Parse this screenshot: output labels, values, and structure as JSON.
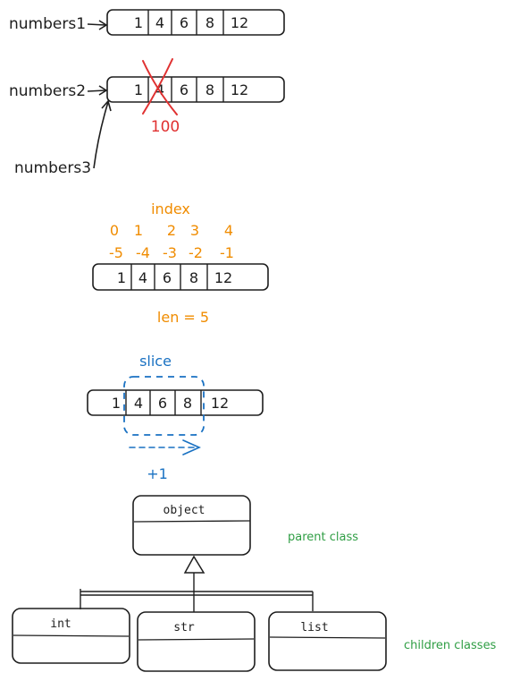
{
  "colors": {
    "ink": "#1e1e1e",
    "red": "#e03131",
    "orange": "#f08c00",
    "blue": "#1971c2",
    "green": "#2f9e44"
  },
  "array_values": [
    "1",
    "4",
    "6",
    "8",
    "12"
  ],
  "variables": {
    "numbers1": "numbers1",
    "numbers2": "numbers2",
    "numbers3": "numbers3"
  },
  "mutation": {
    "crossed_value": "4",
    "new_value": "100"
  },
  "index": {
    "title": "index",
    "positive": [
      "0",
      "1",
      "2",
      "3",
      "4"
    ],
    "negative": [
      "-5",
      "-4",
      "-3",
      "-2",
      "-1"
    ],
    "length_label": "len = 5"
  },
  "slice": {
    "title": "slice",
    "step_label": "+1",
    "step_arrow_icon": "dashed-right-arrow-icon"
  },
  "class_diagram": {
    "parent": "object",
    "children": [
      "int",
      "str",
      "list"
    ],
    "parent_label": "parent class",
    "children_label": "children classes",
    "inheritance_icon": "hollow-triangle-arrow-icon"
  }
}
